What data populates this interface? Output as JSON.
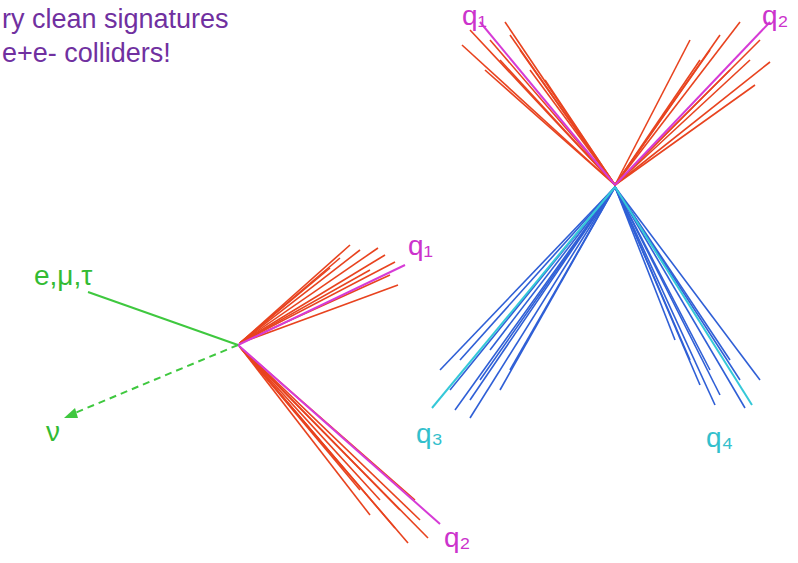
{
  "diagram": {
    "labels": [
      "ry clean signatures",
      "e+e- colliders!",
      "q₁",
      "q₂",
      "q₁",
      "e,μ,τ",
      "ν",
      "q₃",
      "q₄",
      "q₂"
    ]
  }
}
